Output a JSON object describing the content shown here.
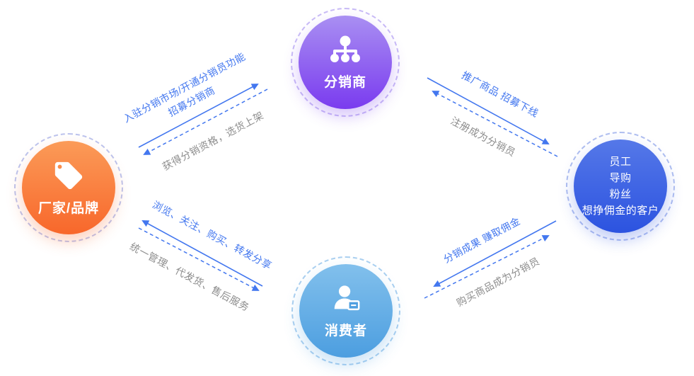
{
  "diagram": {
    "background": "#ffffff",
    "colors": {
      "arrow_blue": "#4377EF",
      "label_gray": "#8C8C8C",
      "distributor_gradient": [
        "#A98FF2",
        "#7A3BEF"
      ],
      "manufacturer_gradient": [
        "#FB9B58",
        "#F8672B"
      ],
      "promoters_gradient": [
        "#5578E8",
        "#2C53E0"
      ],
      "consumer_gradient": [
        "#82C0EC",
        "#4C9EE0"
      ]
    },
    "nodes": {
      "distributor": {
        "label": "分销商",
        "icon": "hierarchy-icon"
      },
      "manufacturer": {
        "label": "厂家/品牌",
        "icon": "tag-icon"
      },
      "consumer": {
        "label": "消费者",
        "icon": "person-card-icon"
      },
      "promoters": {
        "lines": [
          "员工",
          "导购",
          "粉丝",
          "想挣佣金的客户"
        ]
      }
    },
    "edges": {
      "mfr_dist": {
        "solid_line1": "入驻分销市场/开通分销员功能",
        "solid_line2": "招募分销商",
        "dashed": "获得分销资格，选货上架"
      },
      "dist_promo": {
        "solid": "推广商品 招募下线",
        "dashed": "注册成为分销员"
      },
      "mfr_consumer": {
        "solid": "浏览、关注、购买、转发分享",
        "dashed": "统一管理、代发货、售后服务"
      },
      "promo_consumer": {
        "solid": "分销成果 赚取佣金",
        "dashed": "购买商品成为分销员"
      }
    }
  }
}
